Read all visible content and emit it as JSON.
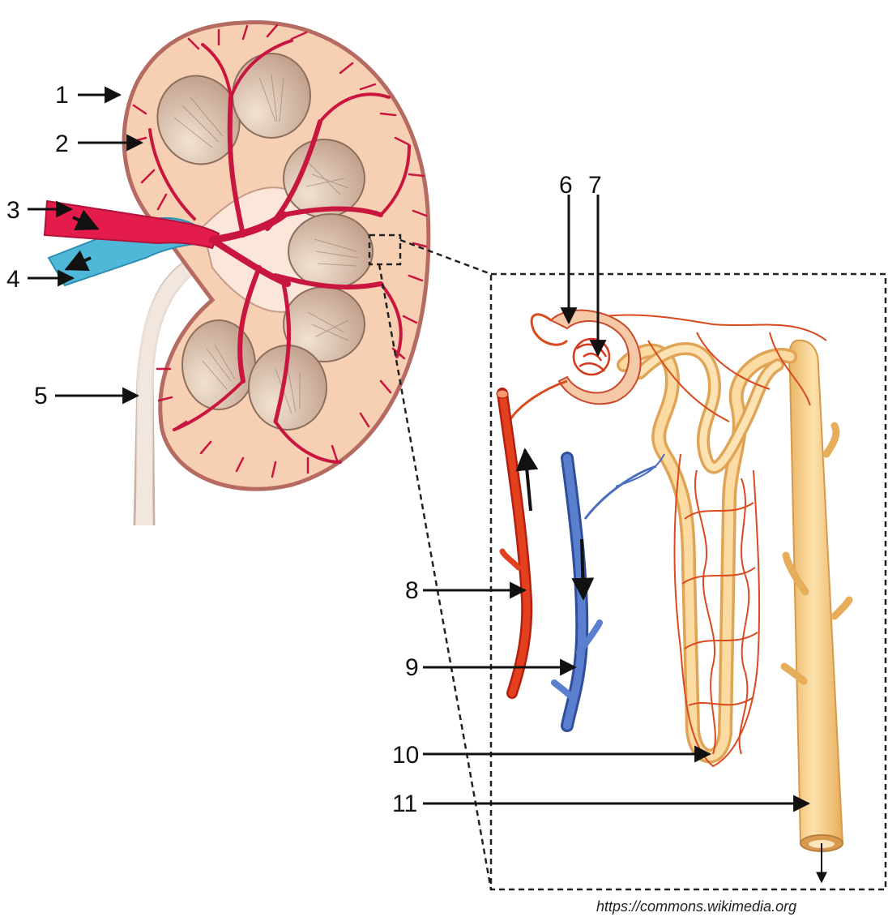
{
  "labels": [
    "1",
    "2",
    "3",
    "4",
    "5",
    "6",
    "7",
    "8",
    "9",
    "10",
    "11"
  ],
  "credit": "https://commons.wikimedia.org",
  "colors": {
    "cortex_fill": "#f7d0b4",
    "kidney_outline": "#b56a62",
    "artery": "#e31c4c",
    "artery_dark": "#b3123a",
    "vein": "#4fb7d8",
    "pyramid": "#c9ab95",
    "tubule": "#f6cc86",
    "capillary": "#d94a1e",
    "efferent_vessel": "#d7301c",
    "renal_vein": "#4a6fc0",
    "arrow": "#111111"
  }
}
